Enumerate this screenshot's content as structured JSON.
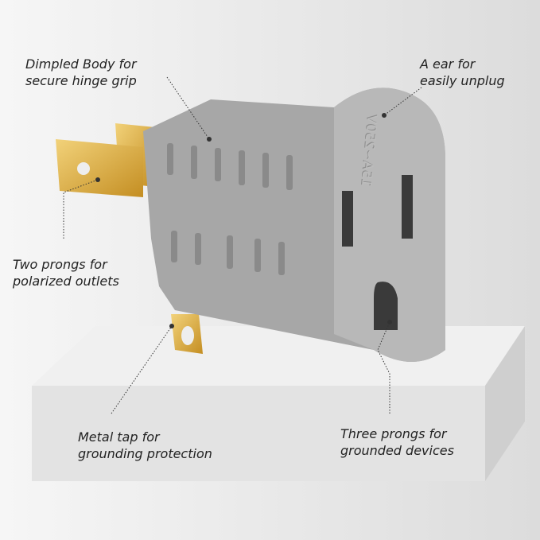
{
  "callouts": {
    "dimpled_body": [
      "Dimpled Body for",
      "secure hinge grip"
    ],
    "ear": [
      "A ear for",
      "easily unplug"
    ],
    "two_prongs": [
      "Two prongs for",
      "polarized outlets"
    ],
    "metal_tap": [
      "Metal tap for",
      "grounding protection"
    ],
    "three_prongs": [
      "Three prongs for",
      "grounded devices"
    ]
  },
  "product": {
    "rating_emboss": "15A~250V"
  },
  "colors": {
    "body": "#a9a9a9",
    "brass": "#d8a93a",
    "background": "#f3f3f3",
    "platform": "#e2e2e2"
  }
}
